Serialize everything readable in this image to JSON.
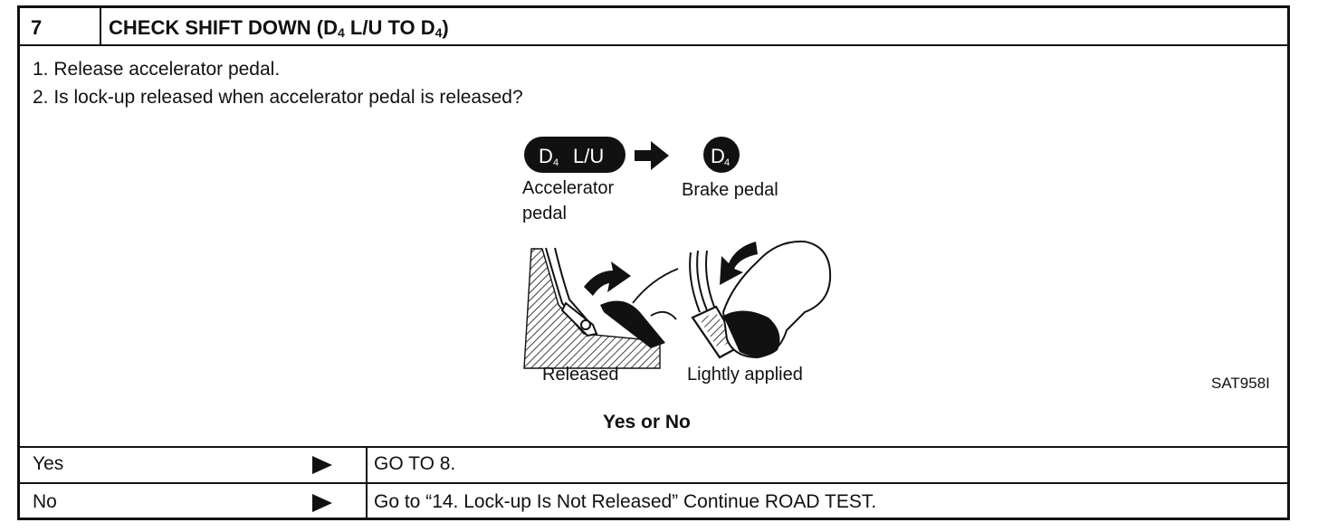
{
  "header": {
    "step_number": "7",
    "title_prefix": "CHECK SHIFT DOWN (D",
    "title_sub1": "4",
    "title_mid": " L/U TO D",
    "title_sub2": "4",
    "title_suffix": ")"
  },
  "instructions": [
    "1.  Release accelerator pedal.",
    "2.  Is lock-up released when accelerator pedal is released?"
  ],
  "figure": {
    "badge_left_main": "D",
    "badge_left_sub": "4",
    "badge_left_suffix": "L/U",
    "badge_right_main": "D",
    "badge_right_sub": "4",
    "label_accel_line1": "Accelerator",
    "label_accel_line2": "pedal",
    "label_brake": "Brake  pedal",
    "caption_left": "Released",
    "caption_right": "Lightly  applied",
    "figure_code": "SAT958I"
  },
  "question": "Yes or No",
  "results": [
    {
      "answer": "Yes",
      "action": "GO TO 8."
    },
    {
      "answer": "No",
      "action": "Go to “14. Lock-up Is Not Released” Continue ROAD TEST."
    }
  ],
  "icons": {
    "result_arrow": "play-arrow-icon",
    "transition_arrow": "right-arrow-icon"
  },
  "colors": {
    "ink": "#111111",
    "paper": "#ffffff"
  }
}
